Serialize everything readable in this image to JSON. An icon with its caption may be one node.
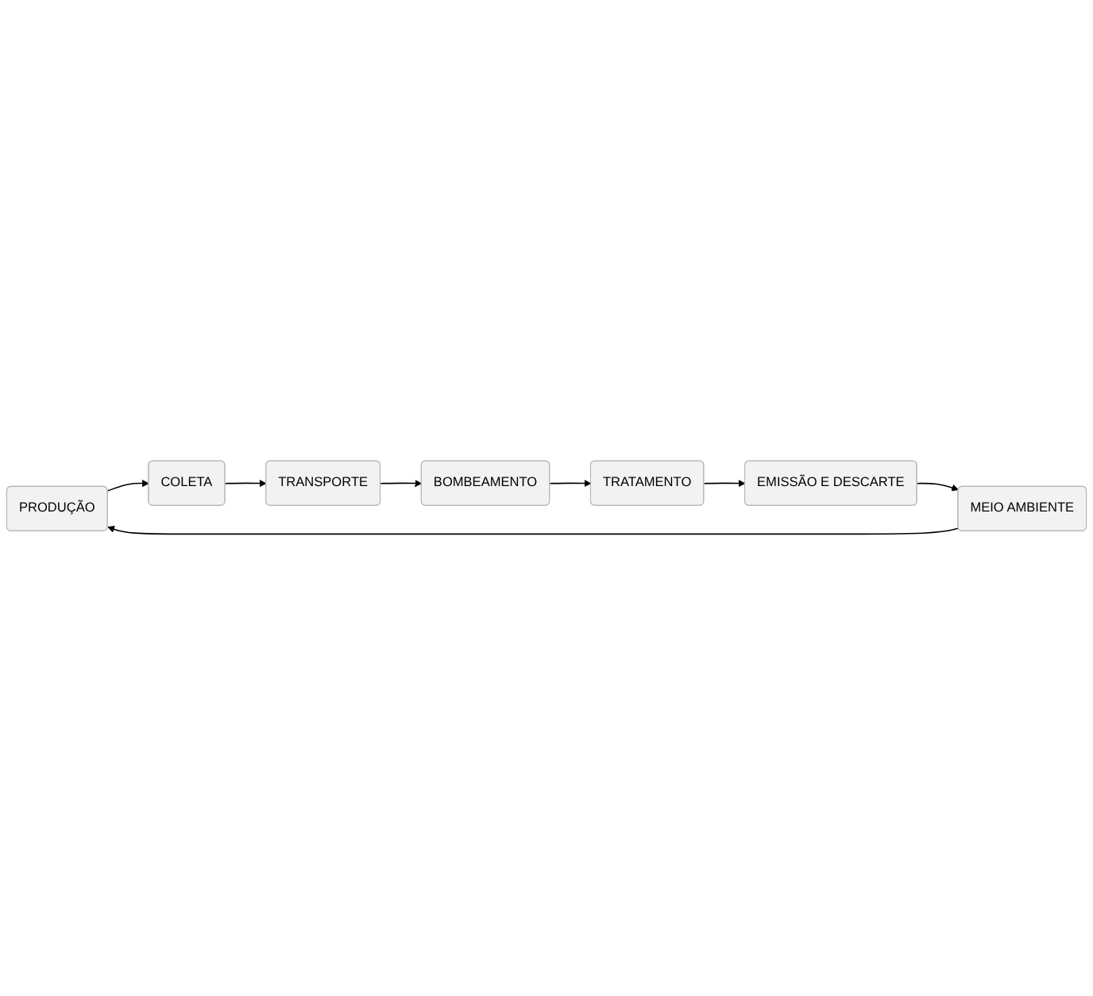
{
  "diagram": {
    "nodes": [
      {
        "text": [
          "PRODUÇÃO"
        ]
      },
      {
        "text": [
          "COLETA"
        ]
      },
      {
        "text": [
          "TRANSPORTE"
        ]
      },
      {
        "text": [
          "BOMBEAMENTO"
        ]
      },
      {
        "text": [
          "TRATAMENTO"
        ]
      },
      {
        "text": [
          "EMISSÃO E DESCARTE"
        ]
      },
      {
        "text": [
          "MEIO AMBIENTE"
        ]
      }
    ],
    "edges": [
      {
        "from": 0,
        "to": 1,
        "arrow": "to"
      },
      {
        "from": 1,
        "to": 2,
        "arrow": "to"
      },
      {
        "from": 2,
        "to": 3,
        "arrow": "to"
      },
      {
        "from": 3,
        "to": 4,
        "arrow": "to"
      },
      {
        "from": 4,
        "to": 5,
        "arrow": "to"
      },
      {
        "from": 5,
        "to": 6,
        "arrow": "to"
      },
      {
        "from": 6,
        "to": 0,
        "arrow": "to"
      }
    ]
  }
}
